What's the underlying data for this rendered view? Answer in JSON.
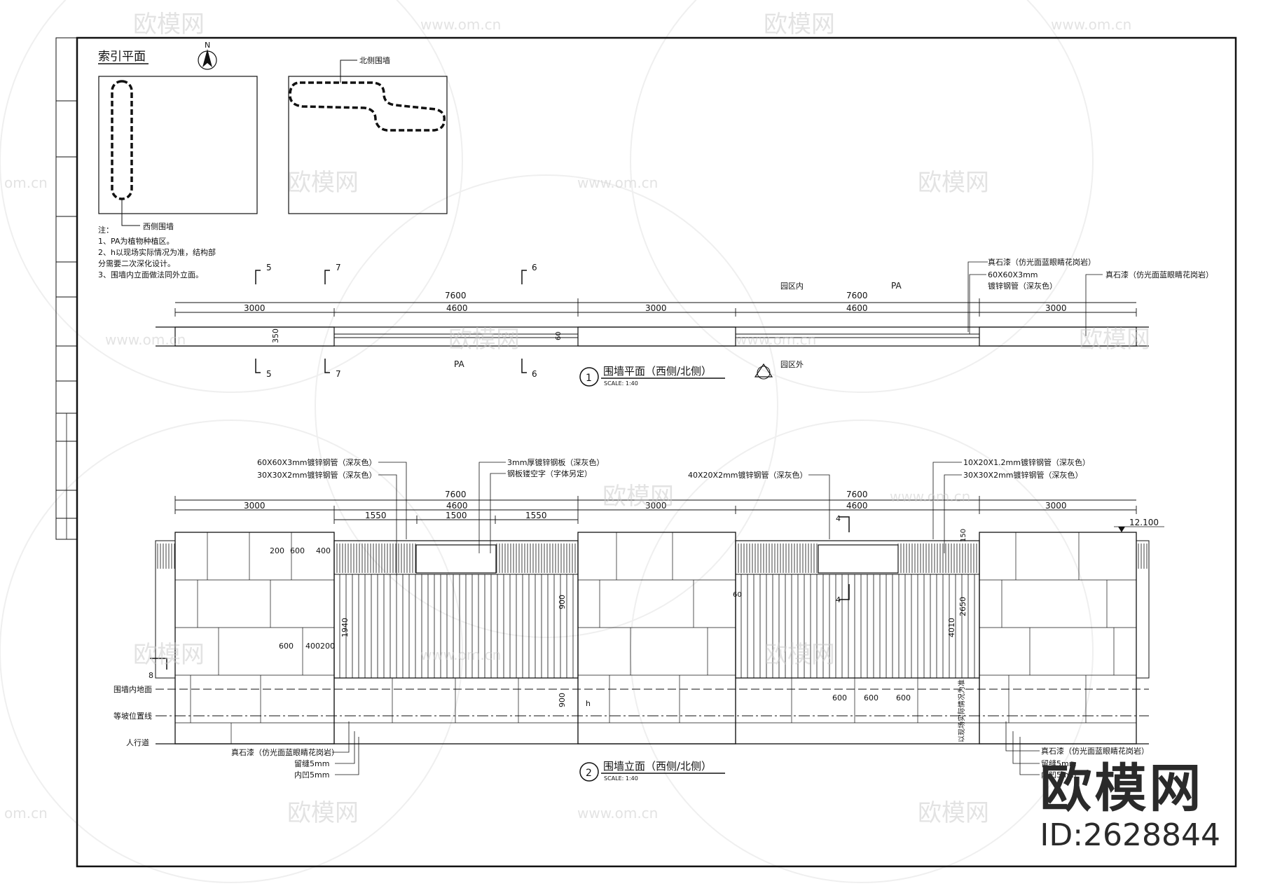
{
  "watermarks": {
    "brand": "欧模网",
    "url": "www.om.cn",
    "url_short": "om.cn"
  },
  "brand": {
    "logo": "欧模网",
    "id": "ID:2628844"
  },
  "index_plan": {
    "title": "索引平面",
    "north": "N",
    "west_wall": "西侧围墙",
    "north_wall": "北侧围墙"
  },
  "notes": [
    "注：",
    "1、PA为植物种植区。",
    "2、h以现场实际情况为准，结构部",
    "分需要二次深化设计。",
    "3、围墙内立面做法同外立面。"
  ],
  "plan": {
    "title": "围墙平面（西侧/北侧）",
    "scale": "SCALE:  1:40",
    "num": "1",
    "sec_refs": [
      "5",
      "7",
      "6"
    ],
    "dims_top": [
      "7600",
      "7600"
    ],
    "dims": [
      "3000",
      "4600",
      "3000",
      "4600",
      "3000"
    ],
    "depth": "350",
    "gap": "60",
    "pa": "PA",
    "inside": "园区内",
    "outside": "园区外",
    "callout1": "真石漆（仿光面蓝眼睛花岗岩）",
    "callout2": "60X60X3mm",
    "callout3": "镀锌钢管（深灰色）",
    "callout4": "真石漆（仿光面蓝眼睛花岗岩）"
  },
  "elev": {
    "title": "围墙立面（西侧/北侧）",
    "scale": "SCALE:  1:40",
    "num": "2",
    "c1": "60X60X3mm镀锌钢管（深灰色）",
    "c2": "30X30X2mm镀锌钢管（深灰色）",
    "c3": "3mm厚镀锌钢板（深灰色）",
    "c4": "钢板镂空字（字体另定）",
    "c5": "40X20X2mm镀锌钢管（深灰色）",
    "c6": "10X20X1.2mm镀锌钢管（深灰色）",
    "c7": "30X30X2mm镀锌钢管（深灰色）",
    "dims_top": [
      "7600",
      "7600"
    ],
    "dims": [
      "3000",
      "4600",
      "3000",
      "4600",
      "3000"
    ],
    "sub": [
      "1550",
      "1500",
      "1550"
    ],
    "level": "12.100",
    "d200": "200",
    "d600": "600",
    "d400": "400",
    "d400200": "400200",
    "d1940": "1940",
    "d900": "900",
    "d2650": "2650",
    "d4010": "4010",
    "d150": "150",
    "d60": "60",
    "d600s": [
      "600",
      "600",
      "600"
    ],
    "h": "h",
    "ref4": "4",
    "ref8": "8",
    "lbl_inner": "围墙内地面",
    "lbl_slope": "等坡位置线",
    "lbl_walk": "人行道",
    "actual": "以现场实际情况为准",
    "mat1": "真石漆（仿光面蓝眼睛花岗岩）",
    "mat2": "留缝5mm",
    "mat3": "内凹5mm",
    "mat4": "真石漆（仿光面蓝眼睛花岗岩）",
    "mat5": "留缝5mm",
    "mat6": "内凹5mm"
  }
}
